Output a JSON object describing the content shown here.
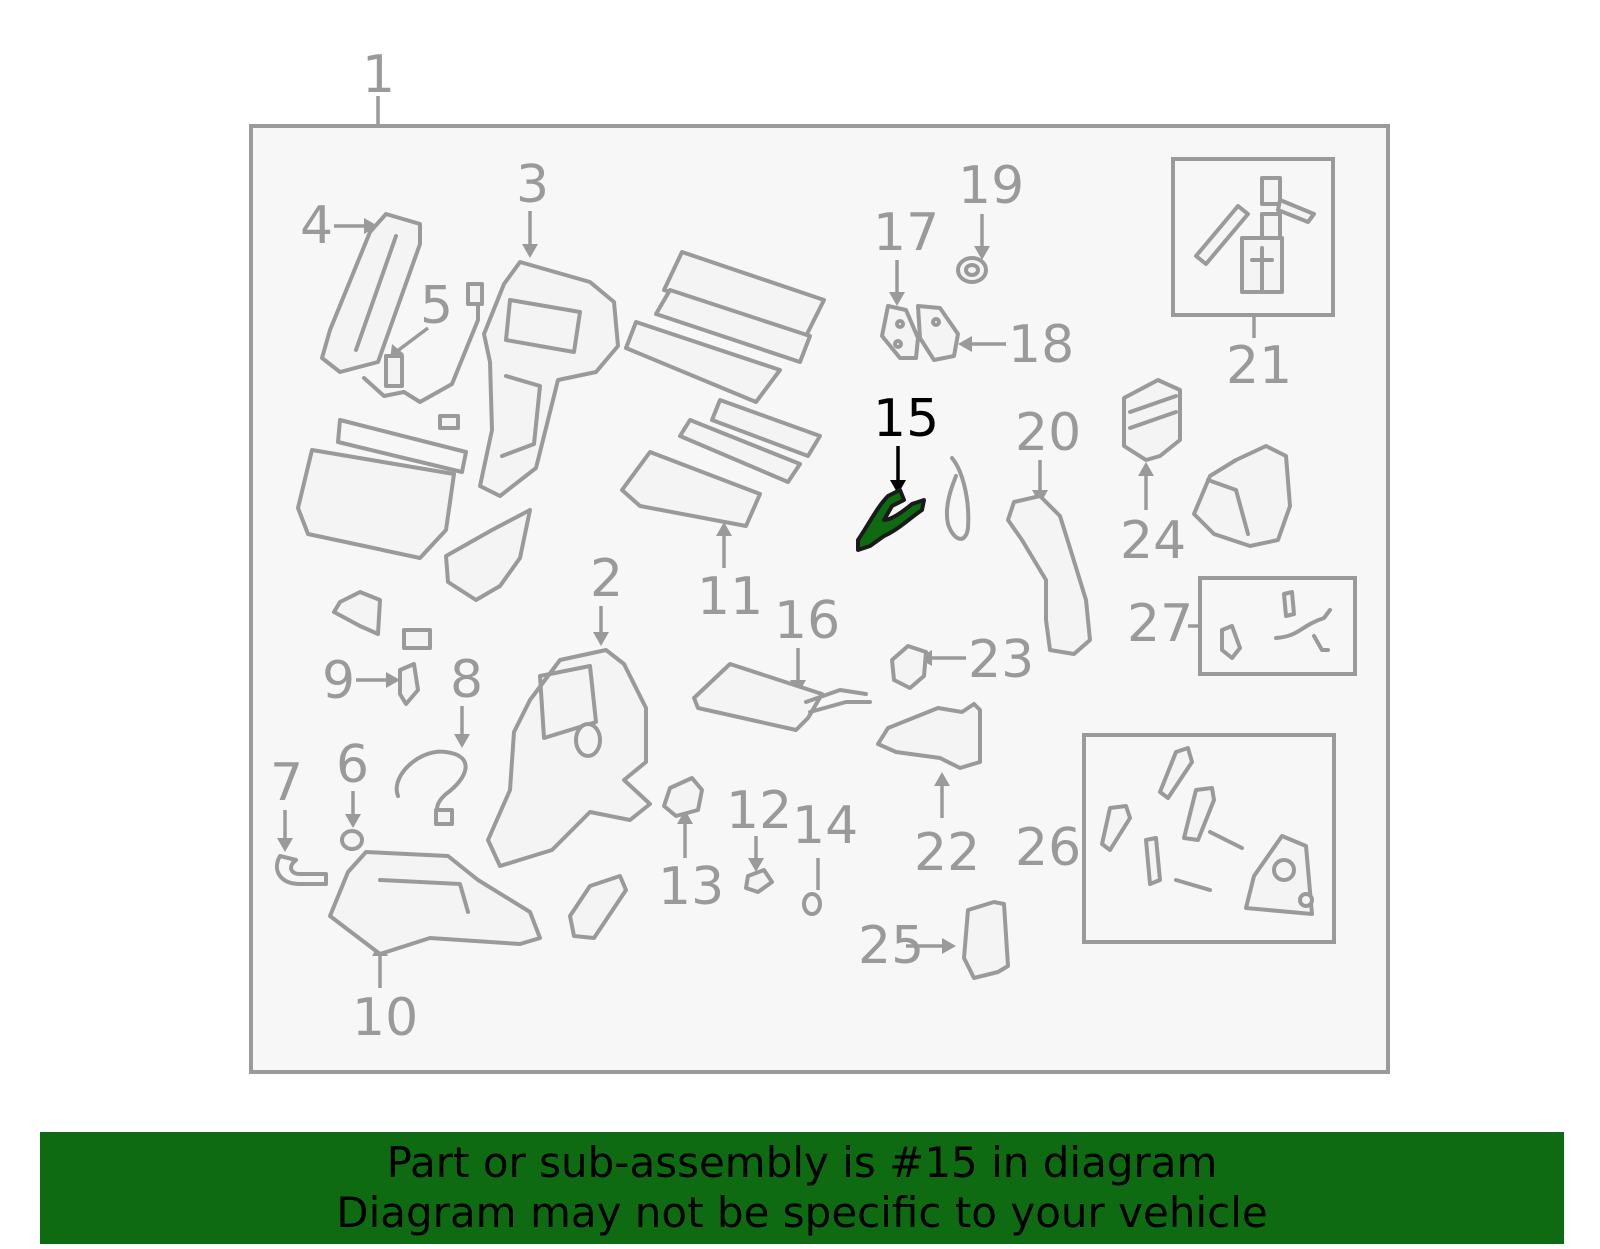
{
  "diagram": {
    "callouts": [
      "1",
      "2",
      "3",
      "4",
      "5",
      "6",
      "7",
      "8",
      "9",
      "10",
      "11",
      "12",
      "13",
      "14",
      "15",
      "16",
      "17",
      "18",
      "19",
      "20",
      "21",
      "22",
      "23",
      "24",
      "25",
      "26",
      "27"
    ],
    "highlighted_part": "15",
    "highlight_color": "#0e6b12",
    "line_color": "#9a9a9a",
    "panel_color": "#f7f7f7"
  },
  "banner": {
    "line1": "Part or sub-assembly is #15 in diagram",
    "line2": "Diagram may not be specific to your vehicle",
    "background": "#0e6b12"
  }
}
